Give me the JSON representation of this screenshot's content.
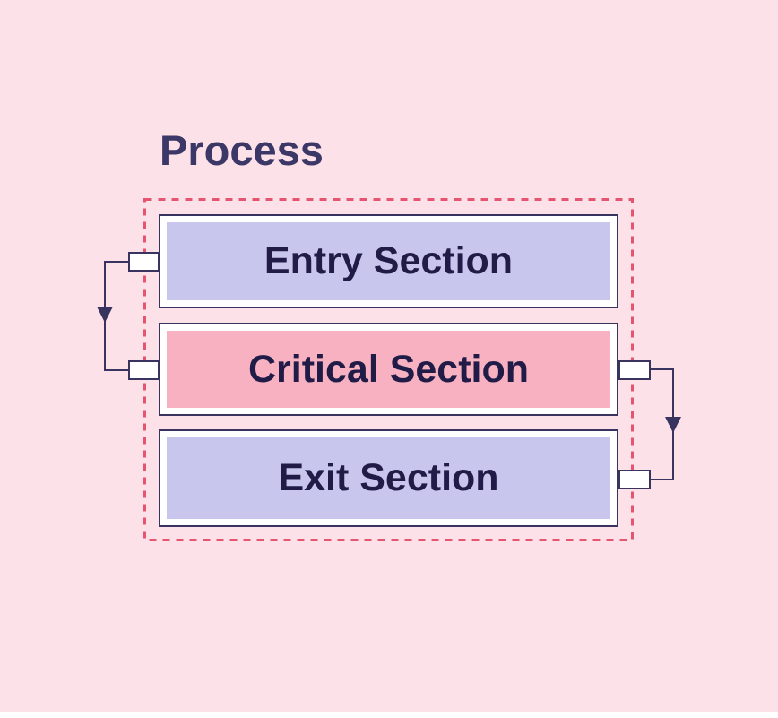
{
  "title": "Process",
  "boxes": [
    {
      "label": "Entry Section",
      "fill": "#c9c6ee"
    },
    {
      "label": "Critical Section",
      "fill": "#f8b1c0"
    },
    {
      "label": "Exit Section",
      "fill": "#c9c6ee"
    }
  ],
  "connectors": [
    {
      "name": "entry-to-critical",
      "from": "Entry Section",
      "to": "Critical Section",
      "side": "left",
      "direction": "down"
    },
    {
      "name": "critical-to-exit",
      "from": "Critical Section",
      "to": "Exit Section",
      "side": "right",
      "direction": "down"
    }
  ],
  "colors": {
    "background": "#fde1e8",
    "boundary_dash": "#e5556f",
    "box_border": "#39345f",
    "box_inner_border": "#ffffff",
    "box_text": "#201c47",
    "title_text": "#3b3766",
    "connector_line": "#39345f",
    "lavender_fill": "#c9c6ee",
    "pink_fill": "#f8b1c0"
  }
}
